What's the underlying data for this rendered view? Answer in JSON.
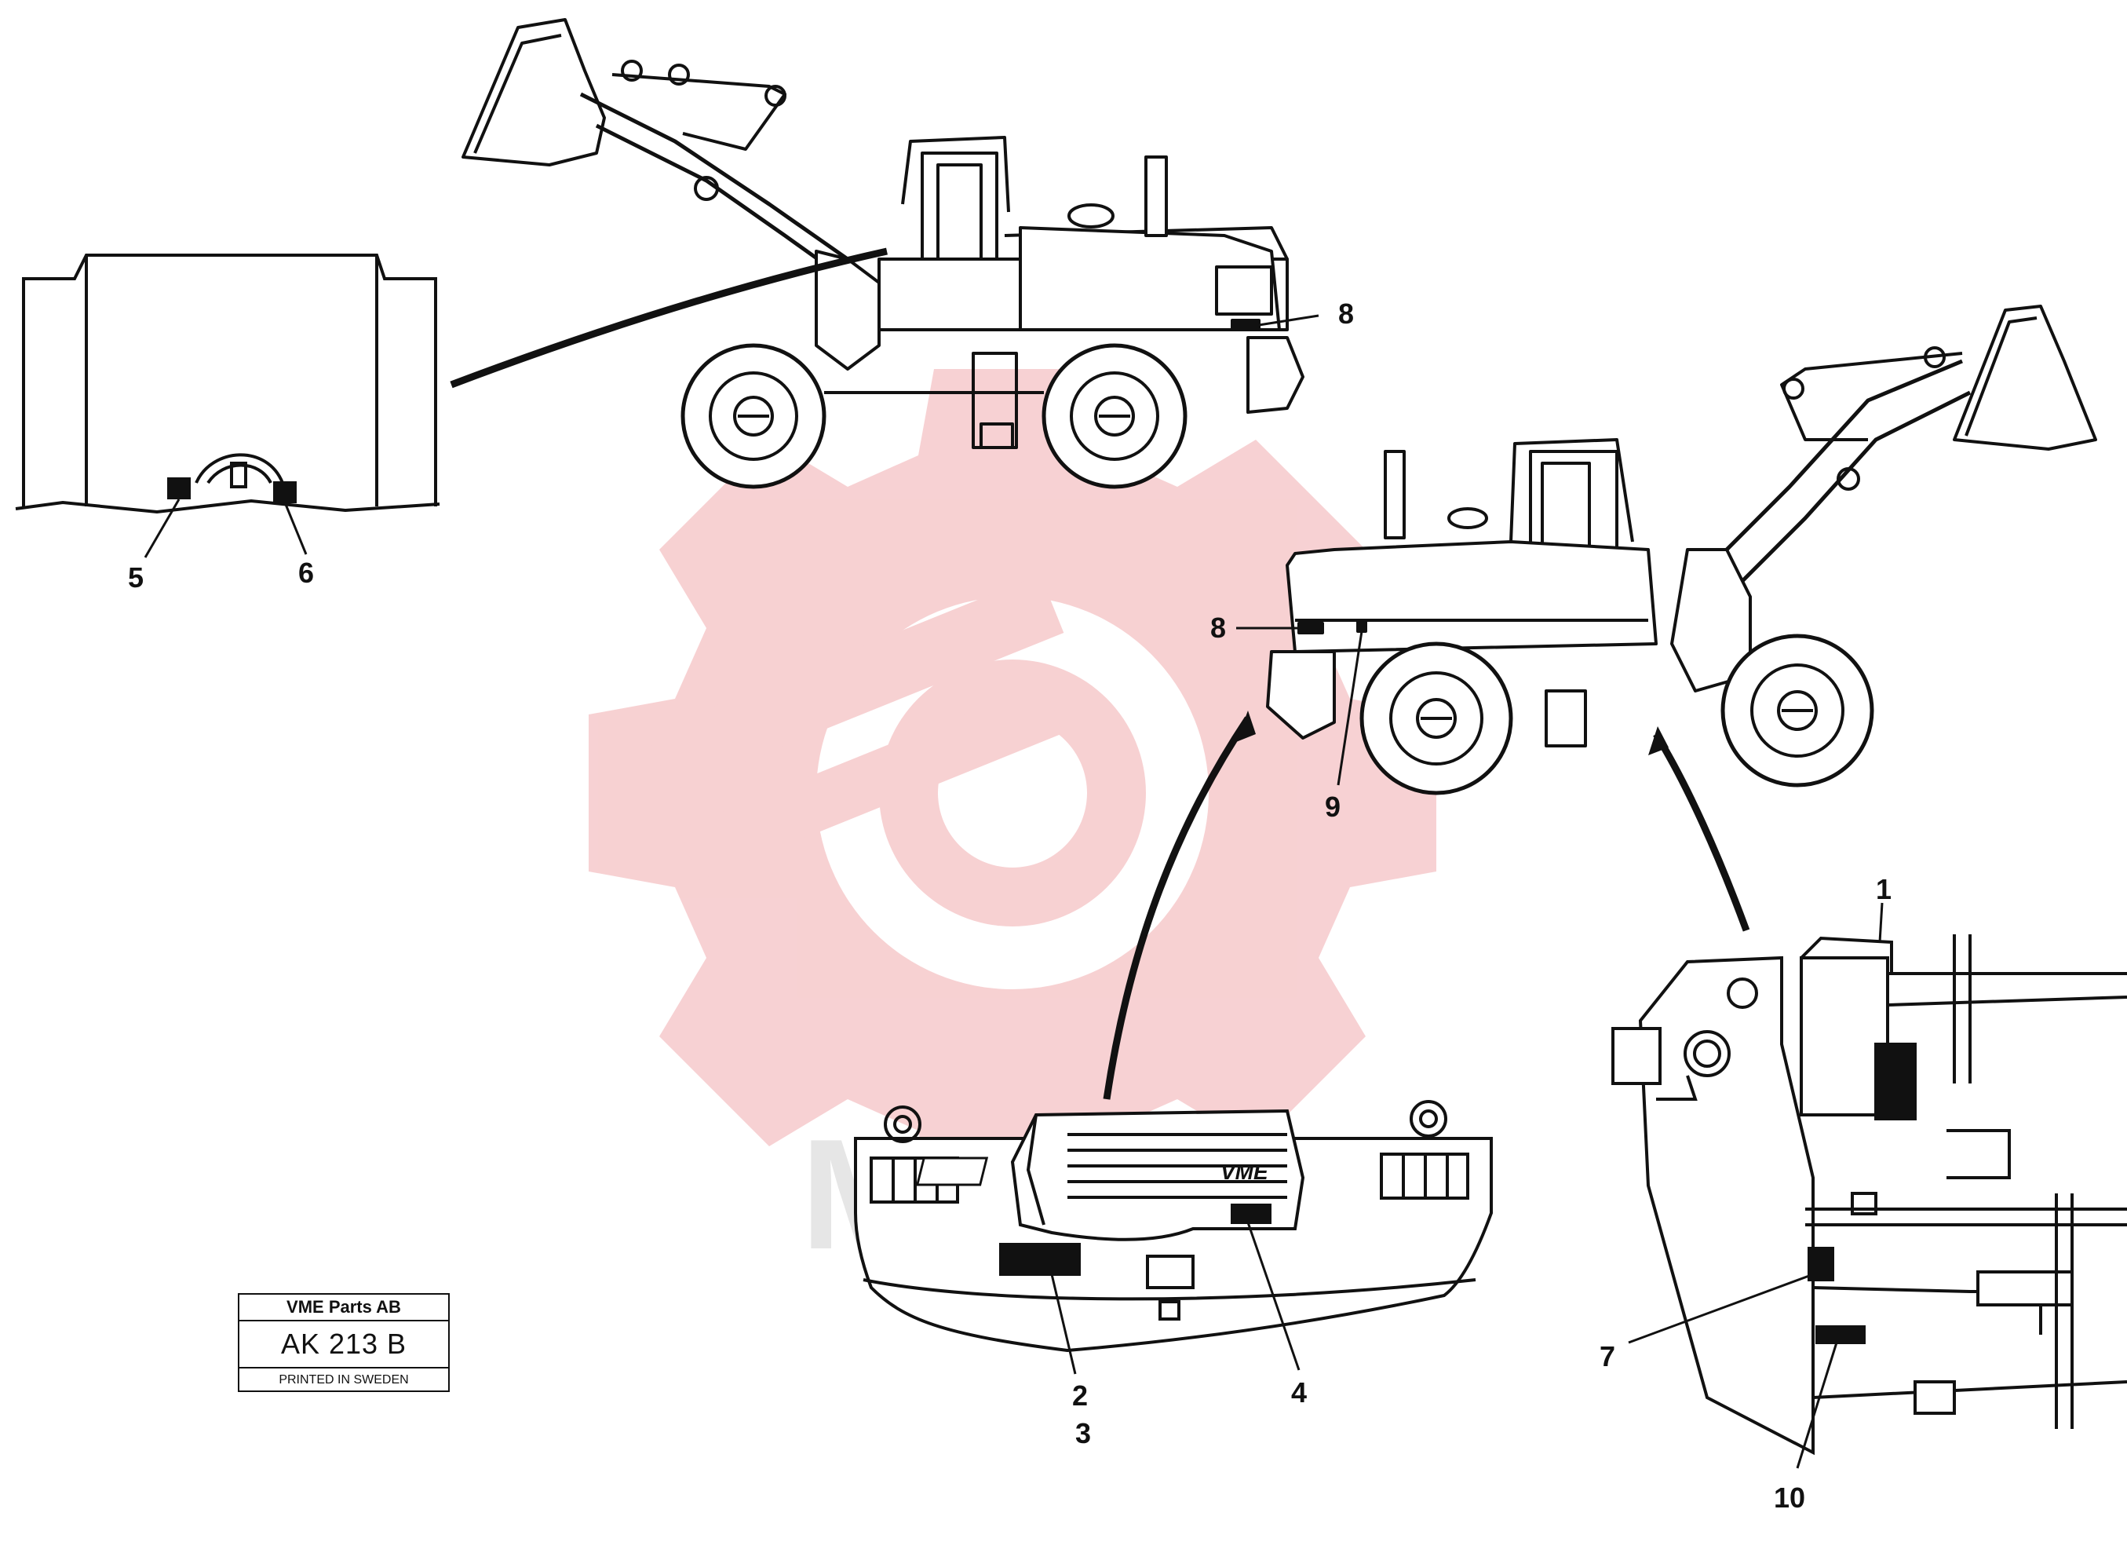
{
  "callouts": {
    "c1": "1",
    "c2": "2",
    "c3": "3",
    "c4": "4",
    "c5": "5",
    "c6": "6",
    "c7": "7",
    "c8a": "8",
    "c8b": "8",
    "c9": "9",
    "c10": "10"
  },
  "emblem": {
    "text": "VME"
  },
  "watermark": {
    "text": "MHTEX",
    "gear_color": "#f6c9cb",
    "text_color": "#e6e6e6"
  },
  "stamp": {
    "company": "VME Parts AB",
    "code": "AK 213 B",
    "printed": "PRINTED IN SWEDEN"
  }
}
